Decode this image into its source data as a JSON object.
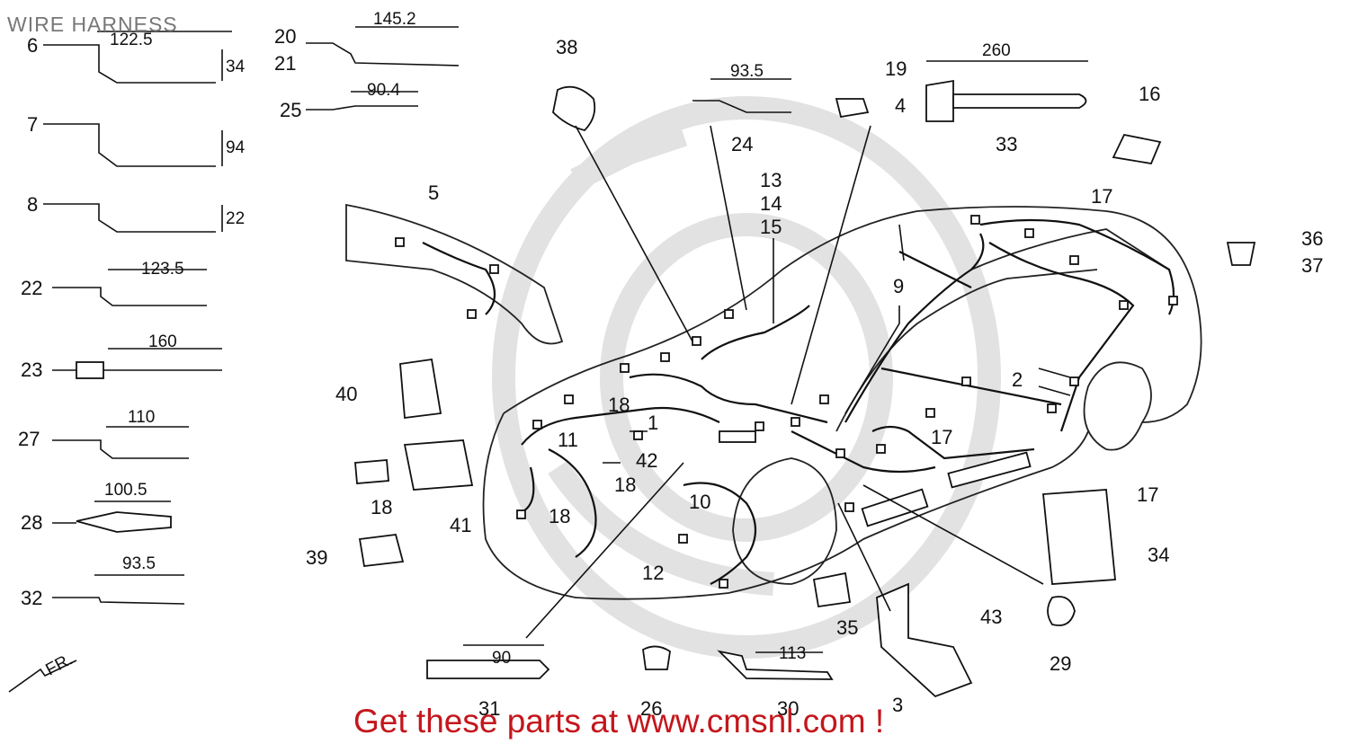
{
  "title": "WIRE HARNESS",
  "cta": "Get these parts at www.cmsnl.com !",
  "accent_color": "#c4161c",
  "direction": "FR.",
  "callouts": {
    "c1": "1",
    "c2": "2",
    "c3": "3",
    "c4": "4",
    "c5": "5",
    "c6": "6",
    "c7": "7",
    "c8": "8",
    "c9": "9",
    "c10": "10",
    "c11": "11",
    "c12": "12",
    "c13": "13",
    "c14": "14",
    "c15": "15",
    "c16": "16",
    "c17a": "17",
    "c17b": "17",
    "c17c": "17",
    "c18a": "18",
    "c18b": "18",
    "c18c": "18",
    "c18d": "18",
    "c19": "19",
    "c20": "20",
    "c21": "21",
    "c22": "22",
    "c23": "23",
    "c24": "24",
    "c25": "25",
    "c26": "26",
    "c27": "27",
    "c28": "28",
    "c29": "29",
    "c30": "30",
    "c31": "31",
    "c32": "32",
    "c33": "33",
    "c34": "34",
    "c35": "35",
    "c36": "36",
    "c37": "37",
    "c38": "38",
    "c39": "39",
    "c40": "40",
    "c41": "41",
    "c42": "42",
    "c43": "43"
  },
  "dimensions": {
    "d6_len": "122.5",
    "d6_h": "34",
    "d7_h": "94",
    "d8_h": "22",
    "d22": "123.5",
    "d23": "160",
    "d27": "110",
    "d28": "100.5",
    "d32": "93.5",
    "d20": "145.2",
    "d25": "90.4",
    "d24": "93.5",
    "d33": "260",
    "d31": "90",
    "d30": "113"
  }
}
